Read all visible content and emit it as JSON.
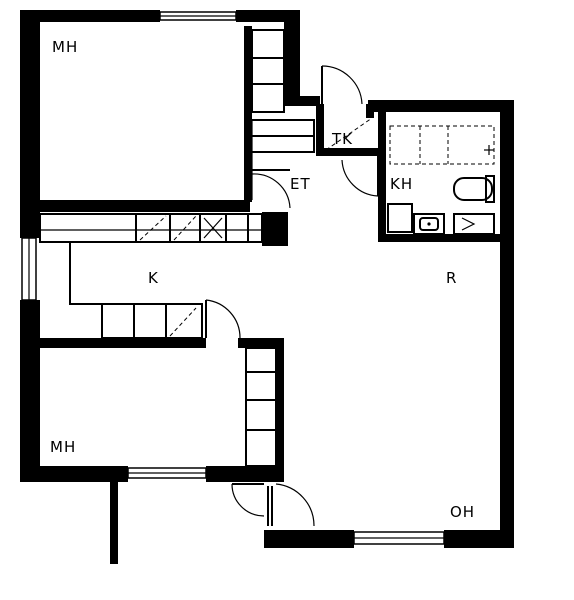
{
  "rooms": {
    "mh_top": "MH",
    "mh_bottom": "MH",
    "k": "K",
    "r": "R",
    "et": "ET",
    "tk": "TK",
    "kh": "KH",
    "oh": "OH"
  }
}
